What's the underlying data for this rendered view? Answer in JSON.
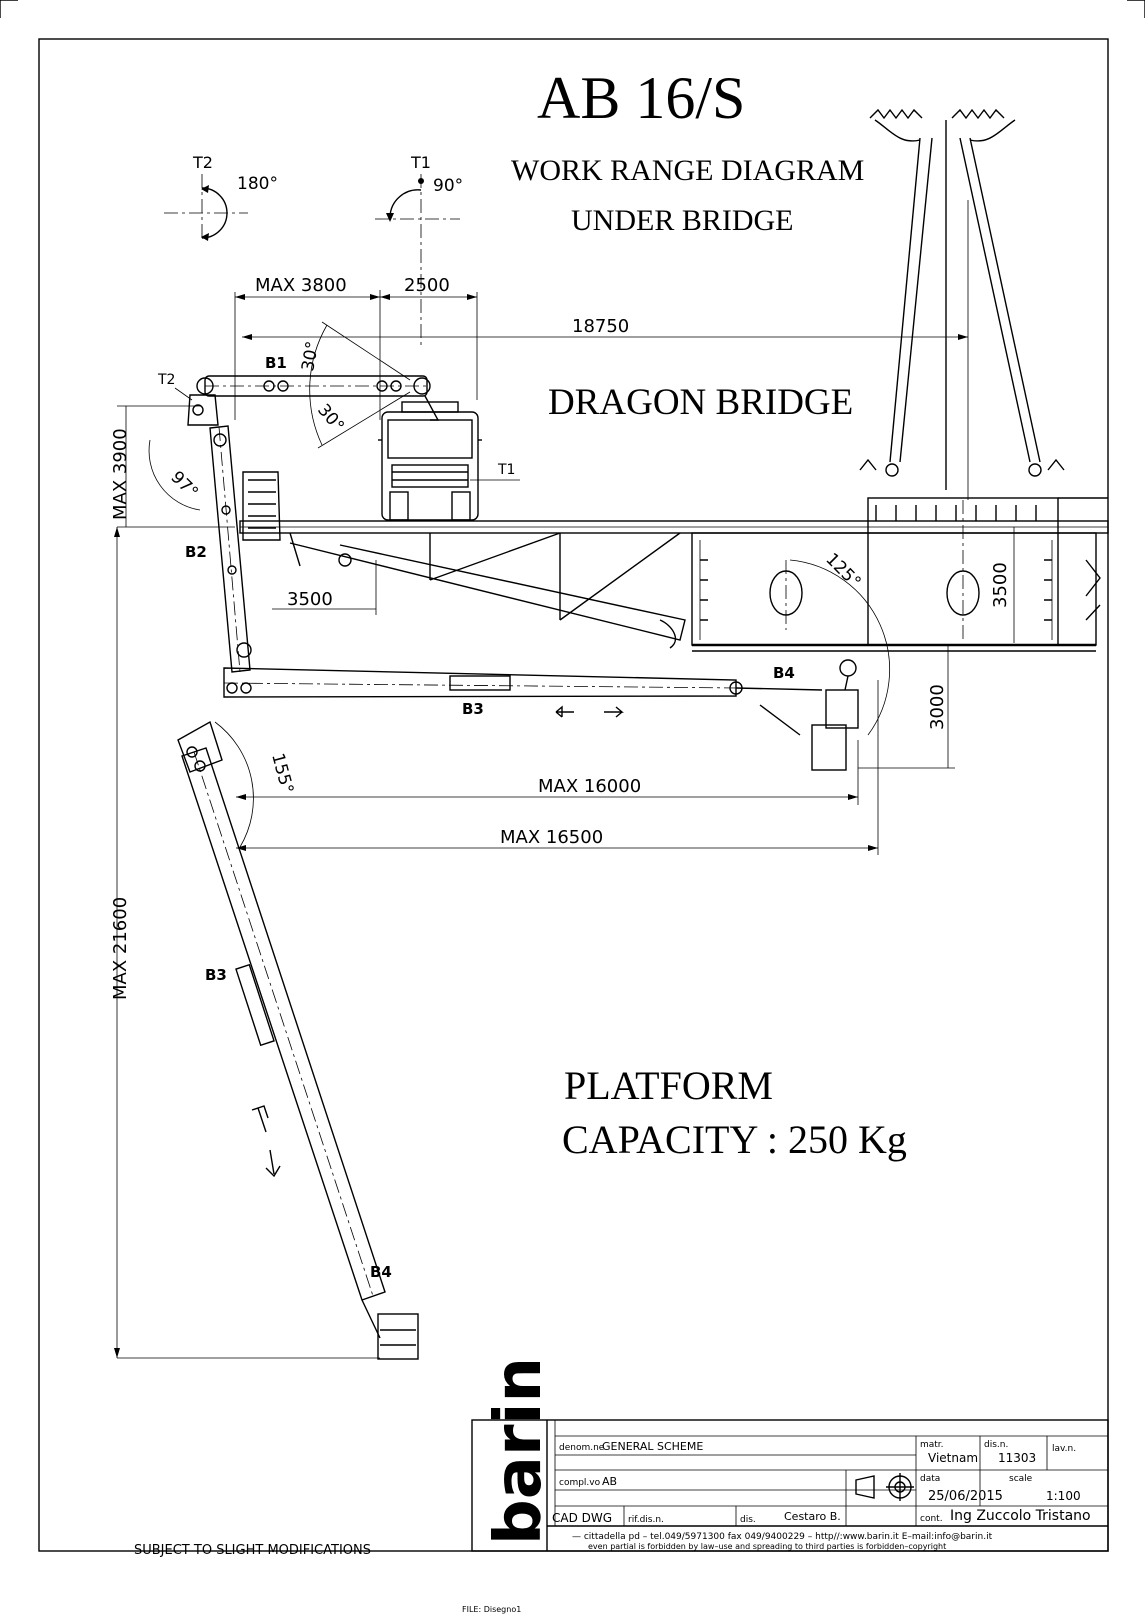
{
  "title": "AB  16/S",
  "subtitle_1": "WORK RANGE DIAGRAM",
  "subtitle_2": "UNDER BRIDGE",
  "bridge_name": "DRAGON BRIDGE",
  "platform_line_1": "PLATFORM",
  "platform_line_2": "CAPACITY  : 250 Kg",
  "note": "SUBJECT TO SLIGHT MODIFICATIONS",
  "file_label": "FILE: Disegno1",
  "rotation": {
    "t2_label": "T2",
    "t2_angle": "180°",
    "t1_label": "T1",
    "t1_angle": "90°"
  },
  "dimensions": {
    "max_3800": "MAX  3800",
    "d2500": "2500",
    "d18750": "18750",
    "max_3900": "MAX  3900",
    "d3500_h": "3500",
    "d3500_v": "3500",
    "d3000": "3000",
    "max_16000": "MAX  16000",
    "max_16500": "MAX  16500",
    "max_21600": "MAX  21600"
  },
  "angles": {
    "a30_top": "30°",
    "a30_bottom": "30°",
    "a97": "97°",
    "a125": "125°",
    "a155": "155°"
  },
  "labels": {
    "b1": "B1",
    "b2": "B2",
    "b3_mid": "B3",
    "b4_mid": "B4",
    "b3_low": "B3",
    "b4_low": "B4",
    "t2_small": "T2",
    "t1_small": "T1"
  },
  "title_block": {
    "logo": "barin",
    "denom_label": "denom.ne",
    "denom_value": "GENERAL  SCHEME",
    "compl_label": "compl.vo",
    "compl_value": "AB",
    "cad_label": "CAD  DWG",
    "rif_label": "rif.dis.n.",
    "dis_label": "dis.",
    "dis_value": "Cestaro  B.",
    "matr_label": "matr.",
    "matr_value": "Vietnam",
    "disn_label": "dis.n.",
    "disn_value": "11303",
    "lavn_label": "lav.n.",
    "data_label": "data",
    "data_value": "25/06/2015",
    "scale_label": "scale",
    "scale_value": "1:100",
    "cont_label": "cont.",
    "cont_value": "Ing  Zuccolo  Tristano",
    "footer_1": "—  cittadella  pd  –  tel.049/5971300   fax  049/9400229      –  http//:www.barin.it  E–mail:info@barin.it",
    "footer_2": "even  partial  is  forbidden  by  law–use  and  spreading  to  third  parties  is  forbidden–copyright"
  }
}
